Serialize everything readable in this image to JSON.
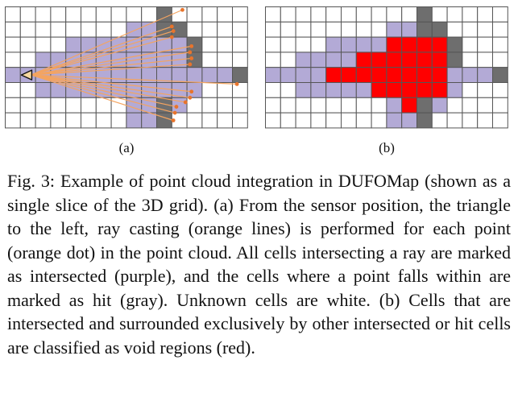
{
  "figure": {
    "label_a": "(a)",
    "label_b": "(b)",
    "caption": "Fig. 3: Example of point cloud integration in DUFOMap (shown as a single slice of the 3D grid). (a) From the sensor position, the triangle to the left, ray casting (orange lines) is performed for each point (orange dot) in the point cloud. All cells intersecting a ray are marked as intersected (purple), and the cells where a point falls within are marked as hit (gray). Unknown cells are white. (b) Cells that are intersected and surrounded exclusively by other intersected or hit cells are classified as void regions (red)."
  },
  "grid": {
    "cols": 16,
    "rows": 8
  },
  "colors": {
    "unknown": "#ffffff",
    "intersected": "#b3aad6",
    "hit": "#6e6e6e",
    "void": "#ff0000",
    "ray": "#f4a460",
    "point": "#e8742c",
    "grid_line": "#555555"
  },
  "panel_a": {
    "cells": [
      "..........H.....",
      "........PPHH....",
      "....PPPPPPPPH...",
      "..PPPPPPPPPPH...",
      "PPPPPPPPPPPPPPPH",
      "..PPPPPPPPPPP...",
      "........PPHP....",
      "........PPH....."
    ],
    "sensor": [
      1.7,
      4.5
    ],
    "points": [
      [
        11.7,
        0.2
      ],
      [
        11.0,
        1.3
      ],
      [
        11.1,
        1.6
      ],
      [
        11.0,
        2.0
      ],
      [
        12.3,
        2.6
      ],
      [
        12.2,
        3.0
      ],
      [
        12.3,
        3.4
      ],
      [
        12.2,
        3.8
      ],
      [
        15.3,
        5.1
      ],
      [
        12.3,
        5.6
      ],
      [
        12.2,
        6.0
      ],
      [
        11.9,
        6.3
      ],
      [
        11.3,
        6.6
      ],
      [
        11.2,
        7.0
      ],
      [
        11.1,
        7.5
      ]
    ]
  },
  "panel_b": {
    "cells": [
      "..........H.....",
      "........PPHH....",
      "....PPPPRRRRH...",
      "..PPPPRRRRRRH...",
      "PPPPRRRRRRRRPPPH",
      "..PPPPPRRRRRP...",
      "........PRHP....",
      "........PPH....."
    ]
  }
}
